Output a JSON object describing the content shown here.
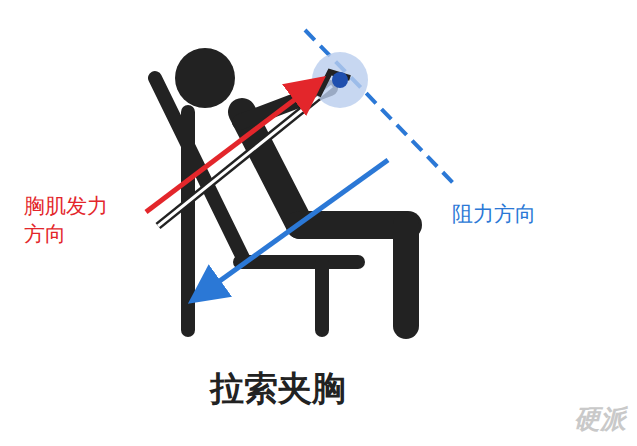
{
  "diagram": {
    "title": "拉索夹胸",
    "labels": [
      "胸肌发力方向",
      "阻力方向",
      "硬派"
    ]
  }
}
